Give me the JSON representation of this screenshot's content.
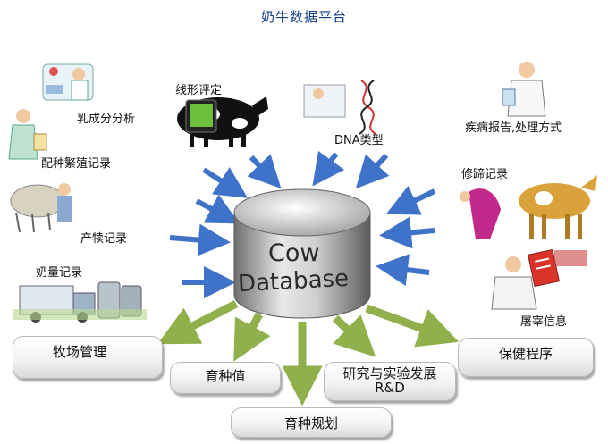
{
  "title": "奶牛数据平台",
  "database": {
    "line1": "Cow",
    "line2": "Database"
  },
  "inputs": {
    "milk_composition": "乳成分分析",
    "breeding": "配种繁殖记录",
    "calving": "产犊记录",
    "milk_yield": "奶量记录",
    "linear_scoring": "线形评定",
    "dna_type": "DNA类型",
    "disease_report": "疾病报告,处理方式",
    "hoof_trimming": "修蹄记录",
    "slaughter": "屠宰信息"
  },
  "outputs": {
    "farm_management": "牧场管理",
    "breeding_value": "育种值",
    "research_line1": "研究与实验发展",
    "research_line2": "R&D",
    "breeding_plan": "育种规划",
    "health_program": "保健程序"
  },
  "colors": {
    "input_arrow": "#3f73c9",
    "output_arrow": "#8fb04a",
    "title": "#123a8a"
  }
}
